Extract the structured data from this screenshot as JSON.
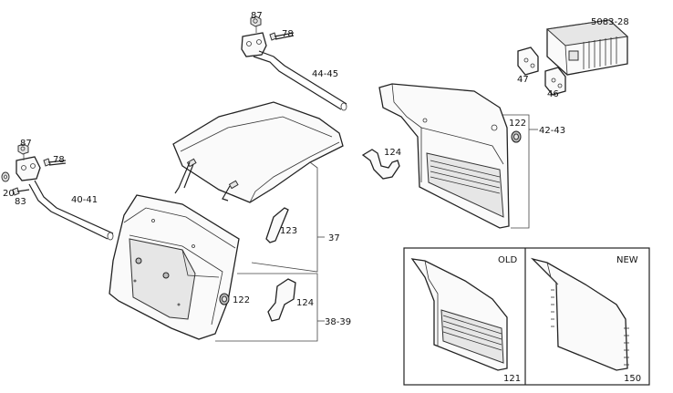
{
  "labels": {
    "nut_top": "87",
    "bolt_top": "78",
    "lamp": "5083-28",
    "bracket_a": "47",
    "bracket_b": "46",
    "rod_top": "44-45",
    "grommet_top": "122",
    "guard_right": "42-43",
    "clamp_top": "124",
    "nut_left": "87",
    "bolt_left": "78",
    "washer": "20",
    "screw": "83",
    "rod_left": "40-41",
    "mudflap_top": "37",
    "strap": "123",
    "grommet_mid": "122",
    "clamp_mid": "124",
    "mudguard_front": "38-39",
    "flap_old": "121",
    "flap_new": "150"
  },
  "inset": {
    "old_label": "OLD",
    "new_label": "NEW"
  }
}
